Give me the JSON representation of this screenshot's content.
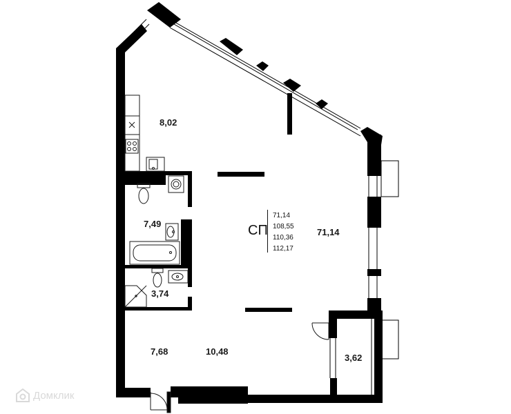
{
  "rooms": {
    "kitchen": "8,02",
    "bathroom": "7,49",
    "shower_room": "3,74",
    "hall": "7,68",
    "corridor": "10,48",
    "living": "71,14",
    "balcony": "3,62"
  },
  "apartment_type": "СП",
  "totals": [
    "71,14",
    "108,55",
    "110,36",
    "112,17"
  ],
  "watermark": "Домклик",
  "icons": [
    "stove-icon",
    "sink-icon",
    "washing-machine-icon",
    "toilet-icon",
    "bathtub-icon",
    "shower-icon",
    "door-swing-icon"
  ],
  "colors": {
    "wall": "#000000",
    "fixture_stroke": "#1a1a1a",
    "watermark": "#d9d9d9"
  }
}
